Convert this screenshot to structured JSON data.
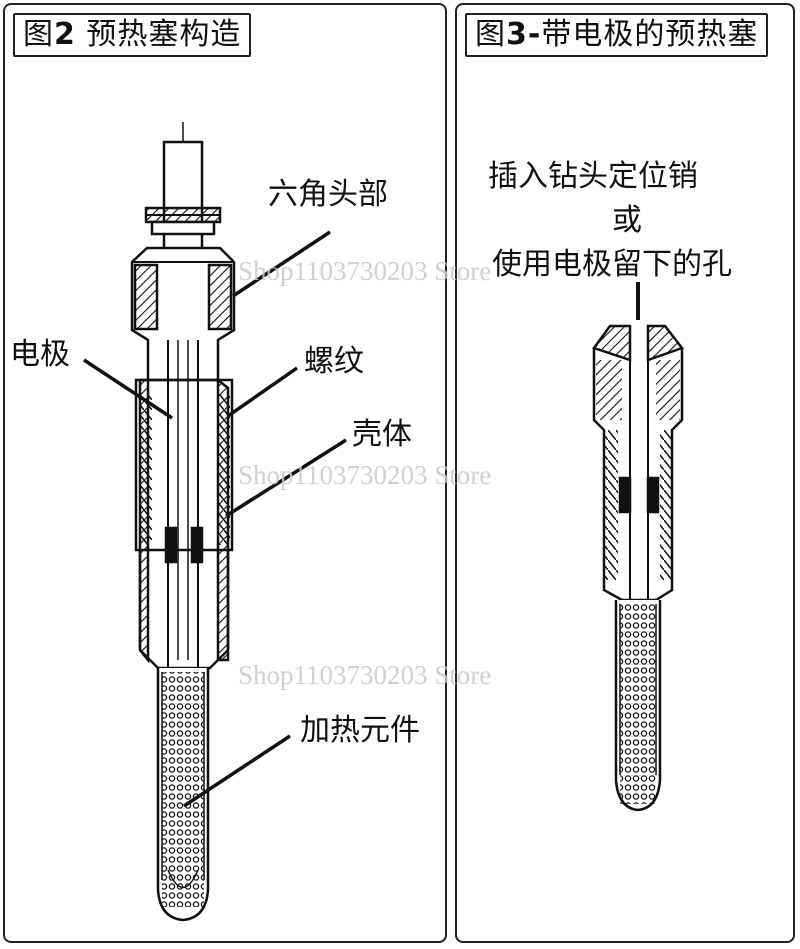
{
  "panels": {
    "left": {
      "title_prefix": "图",
      "title_num": "2",
      "title_text": " 预热塞构造",
      "labels": {
        "hex_head": "六角头部",
        "electrode": "电极",
        "thread": "螺纹",
        "shell": "壳体",
        "heating_element": "加热元件"
      }
    },
    "right": {
      "title_prefix": "图",
      "title_num": "3-",
      "title_text": "带电极的预热塞",
      "labels": {
        "line1": "插入钻头定位销",
        "line2": "或",
        "line3": "使用电极留下的孔"
      }
    }
  },
  "watermarks": [
    "Shop1103730203 Store",
    "Shop1103730203 Store",
    "Shop1103730203 Store"
  ],
  "colors": {
    "ink": "#111111",
    "border": "#222222",
    "watermark": "#c9c9c9"
  }
}
